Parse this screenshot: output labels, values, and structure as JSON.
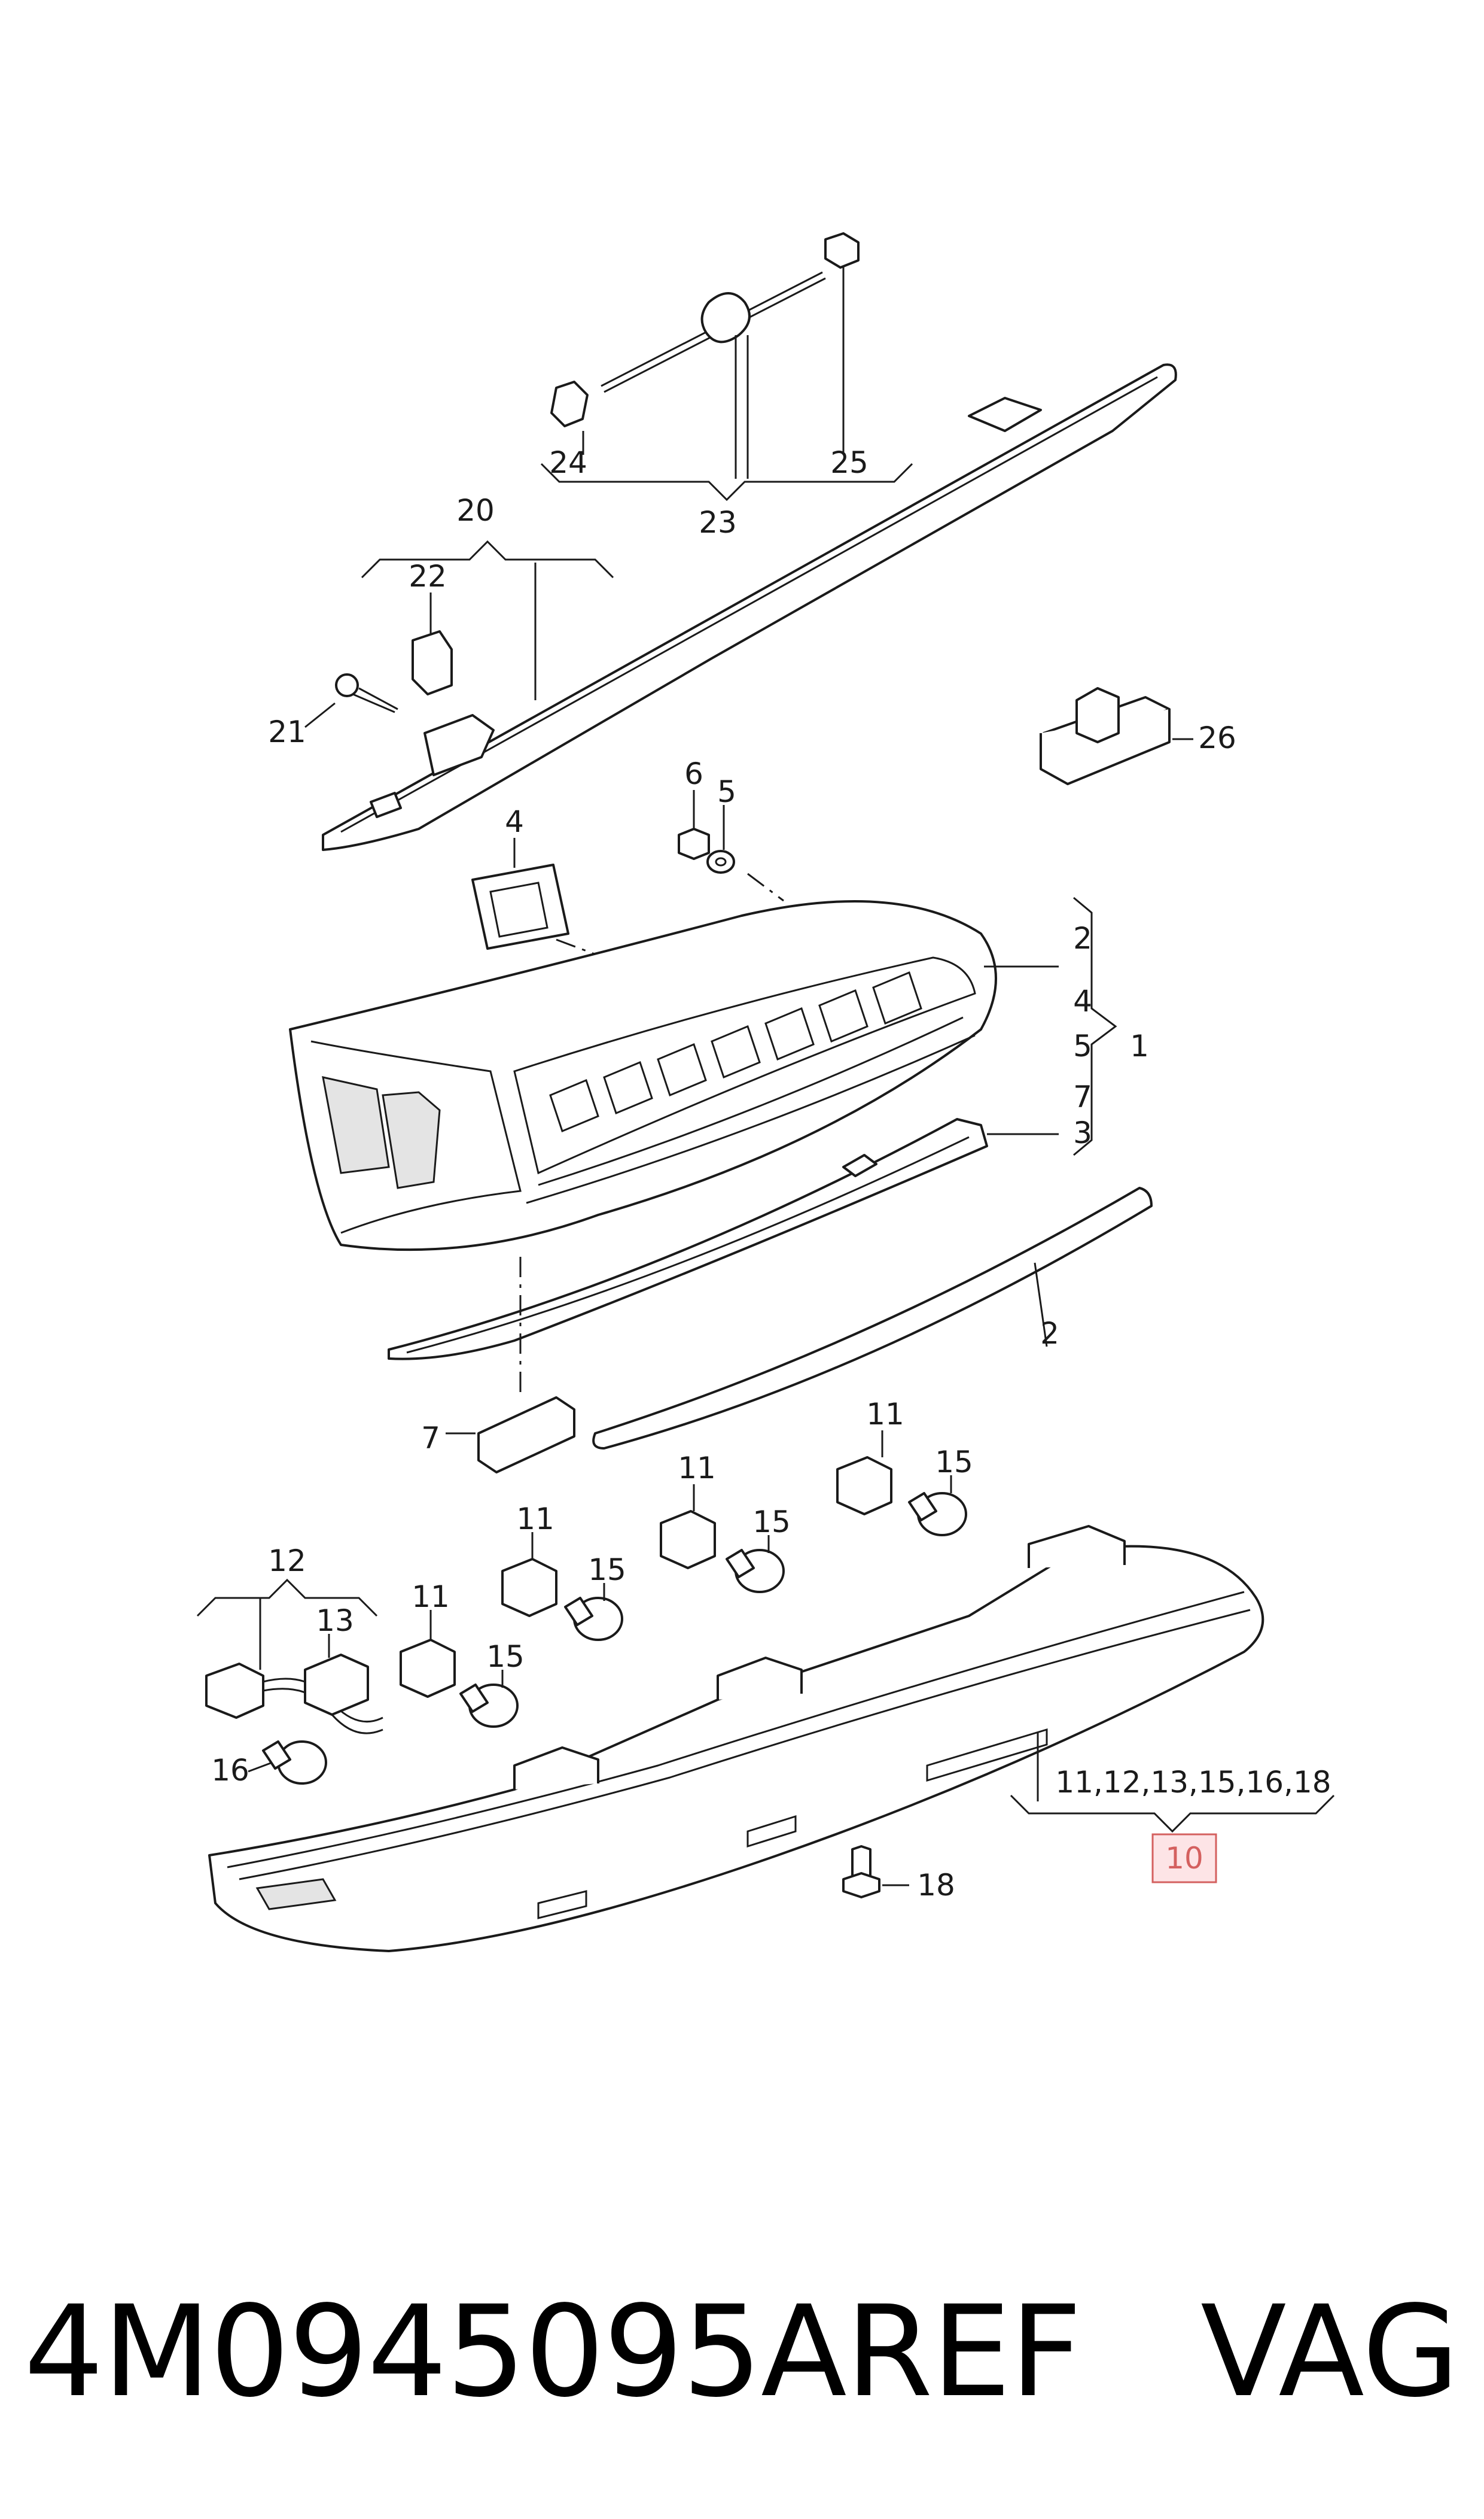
{
  "diagram": {
    "labels": {
      "p1": "1",
      "p2a": "2",
      "p2b": "2",
      "p3": "3",
      "p4a": "4",
      "p4b": "4",
      "p5a": "5",
      "p5b": "5",
      "p6": "6",
      "p7a": "7",
      "p7b": "7",
      "p11a": "11",
      "p11b": "11",
      "p11c": "11",
      "p11d": "11",
      "p12": "12",
      "p13": "13",
      "p15a": "15",
      "p15b": "15",
      "p15c": "15",
      "p15d": "15",
      "p16": "16",
      "p18": "18",
      "p20": "20",
      "p21": "21",
      "p22": "22",
      "p23": "23",
      "p24": "24",
      "p25": "25",
      "p26": "26",
      "p10_group": "11,12,13,15,16,18",
      "p10": "10"
    },
    "callout_color": "#d4605f",
    "callout_fill": "#fde4e6"
  },
  "footer": {
    "part_number": "4M0945095AREF",
    "brand": "VAG"
  }
}
